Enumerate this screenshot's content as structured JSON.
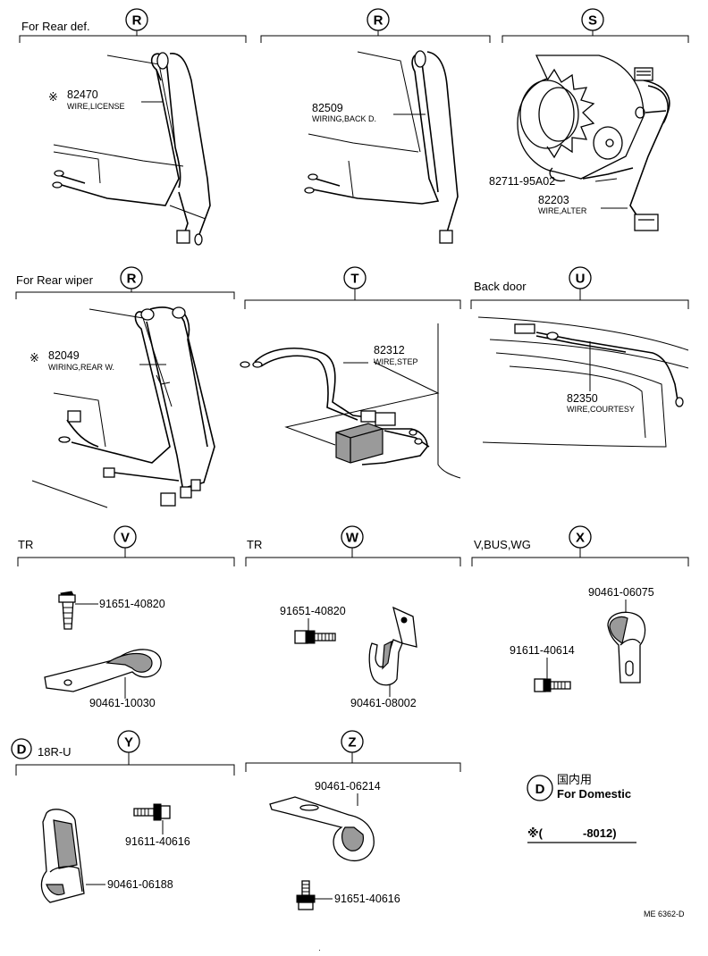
{
  "panels": {
    "rear_def_1": {
      "heading": "For Rear def.",
      "code": "R",
      "part_number": "82470",
      "mark": "※",
      "part_name": "WIRE,LICENSE"
    },
    "rear_def_2": {
      "code": "R",
      "part_number": "82509",
      "part_name": "WIRING,BACK D."
    },
    "alternator": {
      "code": "S",
      "part_number_1": "82711-95A02",
      "part_number_2": "82203",
      "part_name_2": "WIRE,ALTER"
    },
    "rear_wiper": {
      "heading": "For Rear wiper",
      "code": "R",
      "part_number": "82049",
      "mark": "※",
      "part_name": "WIRING,REAR W."
    },
    "step": {
      "code": "T",
      "part_number": "82312",
      "part_name": "WIRE,STEP"
    },
    "back_door": {
      "heading": "Back door",
      "code": "U",
      "part_number": "82350",
      "part_name": "WIRE,COURTESY"
    },
    "tr_v": {
      "heading": "TR",
      "code": "V",
      "bolt": "91651-40820",
      "clamp": "90461-10030"
    },
    "tr_w": {
      "heading": "TR",
      "code": "W",
      "bolt": "91651-40820",
      "clamp": "90461-08002"
    },
    "vbus": {
      "heading": "V,BUS,WG",
      "code": "X",
      "clamp": "90461-06075",
      "bolt": "91611-40614"
    },
    "r18u": {
      "heading": "18R-U",
      "code": "Y",
      "prefix_code": "D",
      "bolt": "91611-40616",
      "clamp": "90461-06188"
    },
    "z": {
      "code": "Z",
      "clamp": "90461-06214",
      "bolt": "91651-40616"
    }
  },
  "legend": {
    "d_code": "D",
    "d_japanese": "国内用",
    "d_english": "For Domestic",
    "note_mark": "※(",
    "note_value": "-8012)"
  },
  "footer": {
    "ref_code": "ME 6362-D"
  }
}
